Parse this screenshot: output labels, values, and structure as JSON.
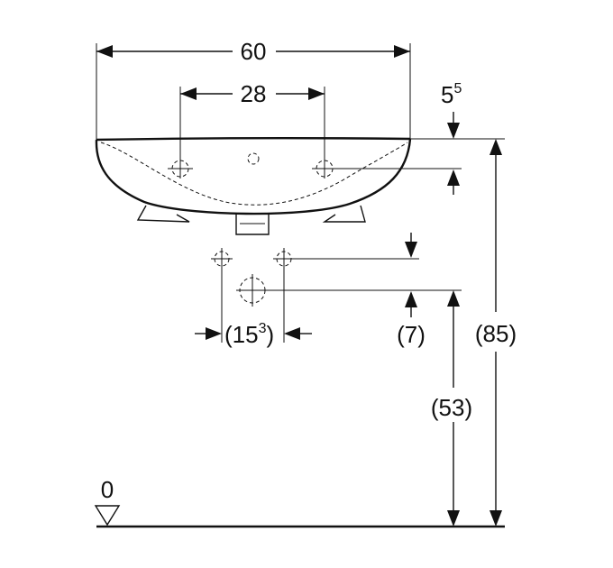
{
  "dimensions": {
    "overall_width": "60",
    "tap_hole_spacing": "28",
    "rim_offset_base": "5",
    "rim_offset_sup": "5",
    "waste_spacing_open": "(15",
    "waste_spacing_sup": "3",
    "waste_spacing_close": ")",
    "waste_offset": "(7)",
    "waste_height": "(53)",
    "rim_height": "(85)",
    "floor_level": "0"
  }
}
